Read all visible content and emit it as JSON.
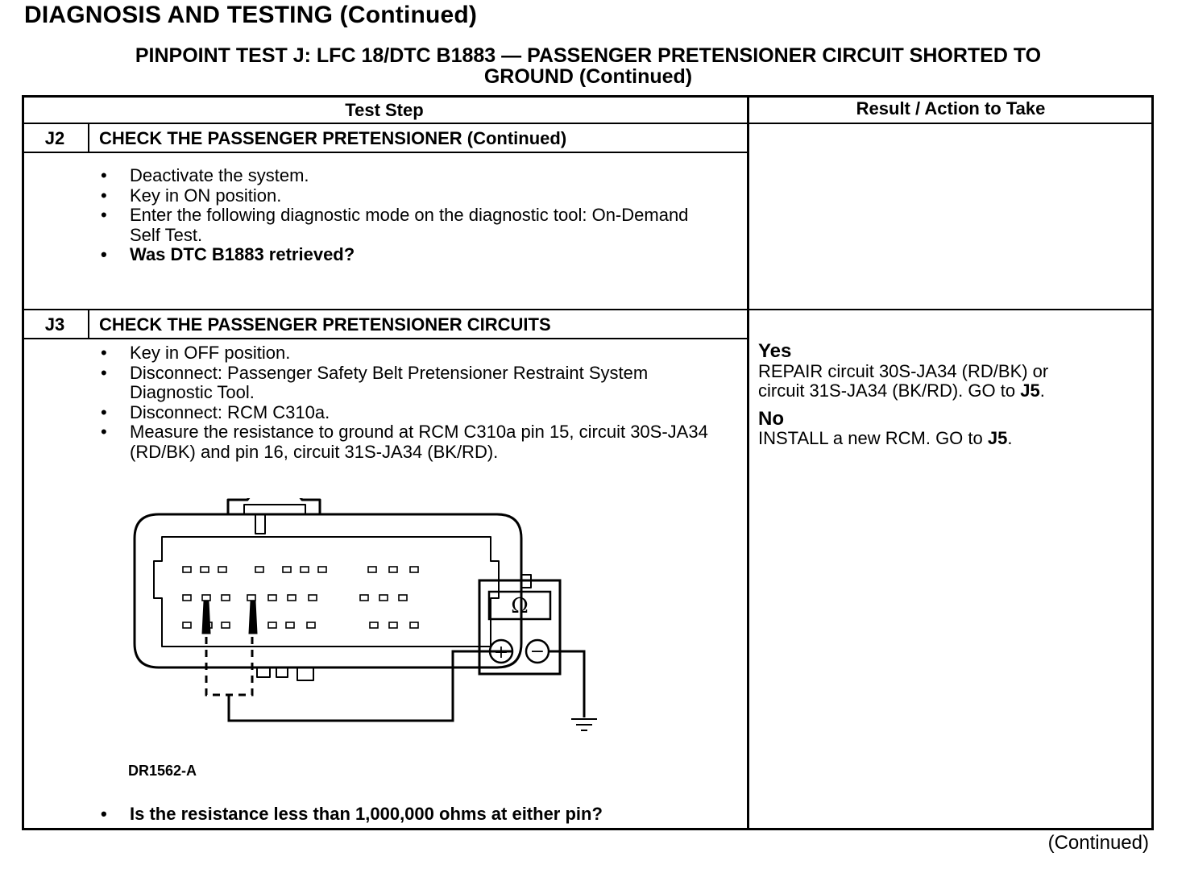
{
  "header": {
    "title": "DIAGNOSIS AND TESTING (Continued)",
    "test_title_line1": "PINPOINT TEST J: LFC 18/DTC B1883 — PASSENGER PRETENSIONER CIRCUIT SHORTED TO",
    "test_title_line2": "GROUND (Continued)"
  },
  "table": {
    "col_test_step": "Test Step",
    "col_result": "Result / Action to Take"
  },
  "steps": [
    {
      "id": "J2",
      "title": "CHECK THE PASSENGER PRETENSIONER (Continued)",
      "bullets": [
        "Deactivate the system.",
        "Key in ON position.",
        "Enter the following diagnostic mode on the diagnostic tool: On-Demand Self Test.",
        "Was DTC B1883 retrieved?"
      ]
    },
    {
      "id": "J3",
      "title": "CHECK THE PASSENGER PRETENSIONER CIRCUITS",
      "bullets": [
        "Key in OFF position.",
        "Disconnect: Passenger Safety Belt Pretensioner Restraint System Diagnostic Tool.",
        "Disconnect: RCM C310a.",
        "Measure the resistance to ground at RCM C310a pin 15, circuit 30S-JA34 (RD/BK) and pin 16, circuit 31S-JA34 (BK/RD)."
      ],
      "figure_id": "DR1562-A",
      "meter_symbol": "Ω",
      "meter_plus": "+",
      "meter_minus": "−",
      "question": "Is the resistance less than 1,000,000 ohms at either pin?",
      "results": {
        "yes_label": "Yes",
        "yes_line1": "REPAIR circuit 30S-JA34 (RD/BK) or",
        "yes_line2_prefix": "circuit 31S-JA34 (BK/RD). GO to ",
        "yes_goto": "J5",
        "no_label": "No",
        "no_prefix": "INSTALL a new RCM. GO to ",
        "no_goto": "J5"
      }
    }
  ],
  "footer": {
    "continued": "(Continued)"
  }
}
